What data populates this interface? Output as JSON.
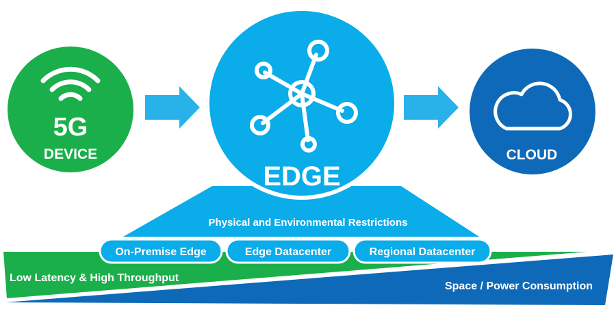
{
  "device": {
    "badge": "5G",
    "label": "DEVICE",
    "color": "#1aaf4a",
    "icon": "wifi-icon"
  },
  "edge": {
    "label": "EDGE",
    "color": "#0aace9",
    "icon": "network-hub-icon"
  },
  "cloud": {
    "label": "CLOUD",
    "color": "#0e6ab8",
    "icon": "cloud-icon"
  },
  "flow_arrows": {
    "color": "#29b1ea",
    "icon": "right-arrow-icon"
  },
  "restrictions": {
    "label": "Physical and Environmental Restrictions",
    "color": "#0aace9"
  },
  "deployment_tiers": [
    {
      "label": "On-Premise Edge"
    },
    {
      "label": "Edge Datacenter"
    },
    {
      "label": "Regional Datacenter"
    }
  ],
  "tier_style": {
    "fill": "#0aace9",
    "border": "#ffffff"
  },
  "gradients": {
    "latency": {
      "label": "Low Latency & High Throughput",
      "color": "#1aaf4a"
    },
    "power": {
      "label": "Space / Power Consumption",
      "color": "#0e6ab8"
    }
  }
}
